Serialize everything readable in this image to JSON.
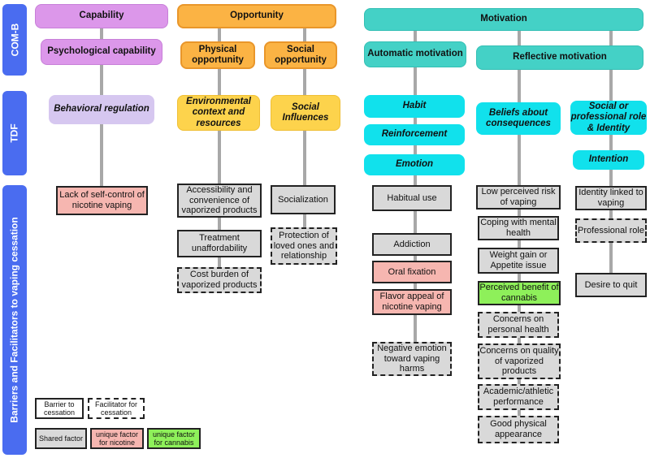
{
  "side_labels": {
    "comb": "COM-B",
    "tdf": "TDF",
    "barriers": "Barriers and Facilitators to vaping cessation"
  },
  "comb": {
    "capability": "Capability",
    "opportunity": "Opportunity",
    "motivation": "Motivation",
    "psychological_capability": "Psychological capability",
    "physical_opportunity": "Physical opportunity",
    "social_opportunity": "Social opportunity",
    "automatic_motivation": "Automatic motivation",
    "reflective_motivation": "Reflective motivation"
  },
  "tdf": {
    "behavioral_regulation": "Behavioral regulation",
    "environmental_context": "Environmental context and resources",
    "social_influences": "Social Influences",
    "habit": "Habit",
    "reinforcement": "Reinforcement",
    "emotion": "Emotion",
    "beliefs_consequences": "Beliefs about consequences",
    "social_role_identity": "Social or professional role & Identity",
    "intention": "Intention"
  },
  "factors": {
    "lack_self_control": "Lack of self-control of nicotine vaping",
    "accessibility": "Accessibility and convenience of vaporized products",
    "treatment_unaffordability": "Treatment unaffordability",
    "cost_burden": "Cost burden of vaporized products",
    "socialization": "Socialization",
    "protection_loved_ones": "Protection of loved ones and relationship",
    "habitual_use": "Habitual use",
    "addiction": "Addiction",
    "oral_fixation": "Oral fixation",
    "flavor_appeal": "Flavor appeal of nicotine vaping",
    "negative_emotion": "Negative emotion toward vaping harms",
    "low_perceived_risk": "Low perceived risk of vaping",
    "coping_mental_health": "Coping with mental health",
    "weight_gain": "Weight gain or Appetite issue",
    "perceived_benefit_cannabis": "Perceived benefit of cannabis",
    "concerns_personal_health": "Concerns on personal health",
    "concerns_quality": "Concerns on quality of vaporized products",
    "academic_performance": "Academic/athletic performance",
    "good_appearance": "Good physical appearance",
    "identity_linked": "Identity linked to vaping",
    "professional_role": "Professional role",
    "desire_to_quit": "Desire to quit"
  },
  "legend": {
    "barrier": "Barrier to cessation",
    "facilitator": "Facilitator for cessation",
    "shared": "Shared factor",
    "unique_nicotine": "unique factor for nicotine",
    "unique_cannabis": "unique factor for cannabis"
  },
  "colors": {
    "side_blue": "#4a6cf0",
    "capability": "#dc97ea",
    "opportunity": "#fbb344",
    "motivation": "#44d1c6",
    "shared_gray": "#d9d9d9",
    "nicotine_pink": "#f6b6b0",
    "cannabis_green": "#8ef05a"
  }
}
